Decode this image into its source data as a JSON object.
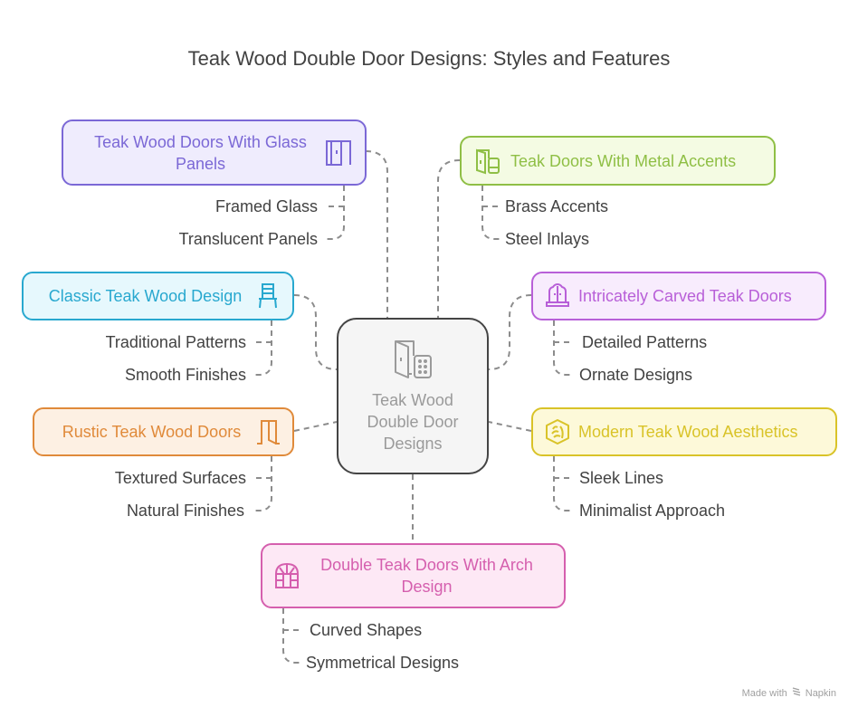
{
  "title": "Teak Wood Double Door Designs: Styles and Features",
  "center": {
    "label": "Teak Wood Double Door Designs",
    "icon": "double-door-keypad-icon"
  },
  "branches": [
    {
      "id": "glass",
      "label": "Teak Wood Doors With Glass Panels",
      "icon": "glass-door-icon",
      "color": "#7b68d6",
      "fill": "#efecfd",
      "subs": [
        "Framed Glass",
        "Translucent Panels"
      ]
    },
    {
      "id": "metal",
      "label": "Teak Doors With Metal Accents",
      "icon": "door-metal-icon",
      "color": "#8fbf45",
      "fill": "#f4fbe3",
      "subs": [
        "Brass Accents",
        "Steel Inlays"
      ]
    },
    {
      "id": "classic",
      "label": "Classic Teak Wood Design",
      "icon": "chair-icon",
      "color": "#28a8cf",
      "fill": "#e6f8fd",
      "subs": [
        "Traditional Patterns",
        "Smooth Finishes"
      ]
    },
    {
      "id": "carved",
      "label": "Intricately Carved Teak Doors",
      "icon": "carved-door-icon",
      "color": "#b85fd8",
      "fill": "#f8ecfd",
      "subs": [
        "Detailed Patterns",
        "Ornate Designs"
      ]
    },
    {
      "id": "rustic",
      "label": "Rustic Teak Wood Doors",
      "icon": "open-door-icon",
      "color": "#e08a3a",
      "fill": "#fdf0e3",
      "subs": [
        "Textured Surfaces",
        "Natural Finishes"
      ]
    },
    {
      "id": "modern",
      "label": "Modern Teak Wood Aesthetics",
      "icon": "modern-emblem-icon",
      "color": "#d9c328",
      "fill": "#fdf9d9",
      "subs": [
        "Sleek Lines",
        "Minimalist Approach"
      ]
    },
    {
      "id": "arch",
      "label": "Double Teak Doors With Arch Design",
      "icon": "arch-window-icon",
      "color": "#d55fae",
      "fill": "#fde8f5",
      "subs": [
        "Curved Shapes",
        "Symmetrical Designs"
      ]
    }
  ],
  "footer": {
    "prefix": "Made with",
    "brand": "Napkin"
  }
}
